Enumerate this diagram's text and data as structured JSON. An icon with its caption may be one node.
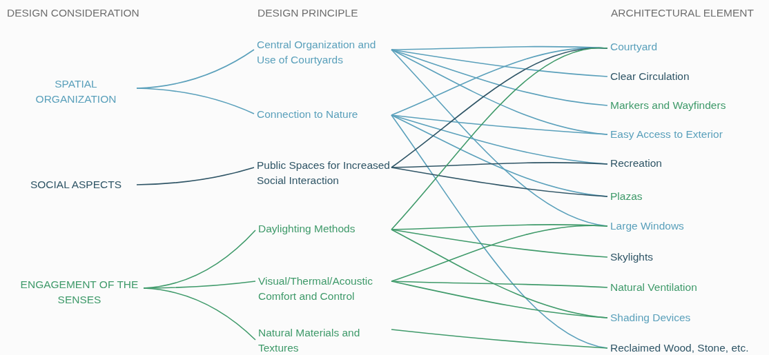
{
  "diagram": {
    "nodes": [
      {
        "text": [
          "SPATIAL ORGANIZATION"
        ]
      },
      {
        "text": [
          "SOCIAL ASPECTS"
        ]
      },
      {
        "text": [
          "ENGAGEMENT OF THE SENSES"
        ]
      },
      {
        "text": [
          "Central Organization and Use of Courtyards"
        ]
      },
      {
        "text": [
          "Connection to Nature"
        ]
      },
      {
        "text": [
          "Public Spaces for Increased Social Interaction"
        ]
      },
      {
        "text": [
          "Daylighting Methods"
        ]
      },
      {
        "text": [
          "Visual/Thermal/Acoustic Comfort and Control"
        ]
      },
      {
        "text": [
          "Natural Materials and Textures"
        ]
      },
      {
        "text": [
          "Courtyard"
        ]
      },
      {
        "text": [
          "Clear Circulation"
        ]
      },
      {
        "text": [
          "Markers and Wayfinders"
        ]
      },
      {
        "text": [
          "Easy Access to Exterior"
        ]
      },
      {
        "text": [
          "Recreation"
        ]
      },
      {
        "text": [
          "Plazas"
        ]
      },
      {
        "text": [
          "Large Windows"
        ]
      },
      {
        "text": [
          "Skylights"
        ]
      },
      {
        "text": [
          "Natural Ventilation"
        ]
      },
      {
        "text": [
          "Shading Devices"
        ]
      },
      {
        "text": [
          "Reclaimed Wood, Stone, etc."
        ]
      }
    ],
    "edges": [
      {
        "from": 0,
        "to": 3,
        "arrow": "none"
      },
      {
        "from": 0,
        "to": 4,
        "arrow": "none"
      },
      {
        "from": 1,
        "to": 5,
        "arrow": "none",
        "color": "#2f5566"
      },
      {
        "from": 2,
        "to": 6,
        "arrow": "none",
        "color": "#3f9a6a"
      },
      {
        "from": 2,
        "to": 7,
        "arrow": "none",
        "color": "#3f9a6a"
      },
      {
        "from": 2,
        "to": 8,
        "arrow": "none",
        "color": "#3f9a6a"
      },
      {
        "from": 3,
        "to": 9,
        "arrow": "none"
      },
      {
        "from": 3,
        "to": 10,
        "arrow": "none"
      },
      {
        "from": 3,
        "to": 11,
        "arrow": "none"
      },
      {
        "from": 3,
        "to": 12,
        "arrow": "none"
      },
      {
        "from": 3,
        "to": 15,
        "arrow": "none"
      },
      {
        "from": 4,
        "to": 9,
        "arrow": "none"
      },
      {
        "from": 4,
        "to": 12,
        "arrow": "none"
      },
      {
        "from": 4,
        "to": 13,
        "arrow": "none"
      },
      {
        "from": 4,
        "to": 14,
        "arrow": "none"
      },
      {
        "from": 4,
        "to": 19,
        "arrow": "none"
      },
      {
        "from": 5,
        "to": 9,
        "arrow": "none",
        "color": "#2f5566"
      },
      {
        "from": 5,
        "to": 13,
        "arrow": "none",
        "color": "#2f5566"
      },
      {
        "from": 5,
        "to": 14,
        "arrow": "none",
        "color": "#2f5566"
      },
      {
        "from": 6,
        "to": 9,
        "arrow": "none",
        "color": "#3f9a6a"
      },
      {
        "from": 6,
        "to": 15,
        "arrow": "none",
        "color": "#3f9a6a"
      },
      {
        "from": 6,
        "to": 16,
        "arrow": "none",
        "color": "#3f9a6a"
      },
      {
        "from": 6,
        "to": 18,
        "arrow": "none",
        "color": "#3f9a6a"
      },
      {
        "from": 7,
        "to": 15,
        "arrow": "none",
        "color": "#3f9a6a"
      },
      {
        "from": 7,
        "to": 17,
        "arrow": "none",
        "color": "#3f9a6a"
      },
      {
        "from": 7,
        "to": 18,
        "arrow": "none",
        "color": "#3f9a6a"
      },
      {
        "from": 8,
        "to": 19,
        "arrow": "none",
        "color": "#3f9a6a"
      }
    ],
    "labels": [
      "DESIGN CONSIDERATION",
      "DESIGN PRINCIPLE",
      "ARCHITECTURAL ELEMENT"
    ]
  }
}
